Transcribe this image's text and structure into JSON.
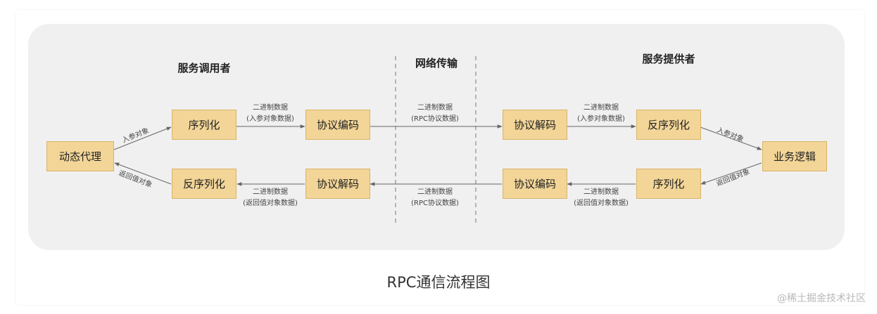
{
  "headings": {
    "consumer": "服务调用者",
    "network": "网络传输",
    "provider": "服务提供者"
  },
  "nodes": {
    "dynamic_proxy": "动态代理",
    "c_serialize": "序列化",
    "c_deserialize": "反序列化",
    "c_encode": "协议编码",
    "c_decode": "协议解码",
    "p_decode": "协议解码",
    "p_encode": "协议编码",
    "p_deserialize": "反序列化",
    "p_serialize": "序列化",
    "business_logic": "业务逻辑"
  },
  "labels": {
    "c_top": {
      "line1": "二进制数据",
      "line2": "(入参对象数据)"
    },
    "c_bottom": {
      "line1": "二进制数据",
      "line2": "(返回值对象数据)"
    },
    "n_top": {
      "line1": "二进制数据",
      "line2": "(RPC协议数据)"
    },
    "n_bottom": {
      "line1": "二进制数据",
      "line2": "(RPC协议数据)"
    },
    "p_top": {
      "line1": "二进制数据",
      "line2": "(入参对象数据)"
    },
    "p_bottom": {
      "line1": "二进制数据",
      "line2": "(返回值对象数据)"
    },
    "in_params_left": "入参对象",
    "return_left": "返回值对象",
    "in_params_right": "入参对象",
    "return_right": "返回值对象"
  },
  "caption": "RPC通信流程图",
  "watermark": "@稀土掘金技术社区",
  "colors": {
    "node_fill": "#f2d597",
    "node_border": "#d9b46a",
    "panel": "#f0f0f0",
    "arrow": "#666666"
  }
}
